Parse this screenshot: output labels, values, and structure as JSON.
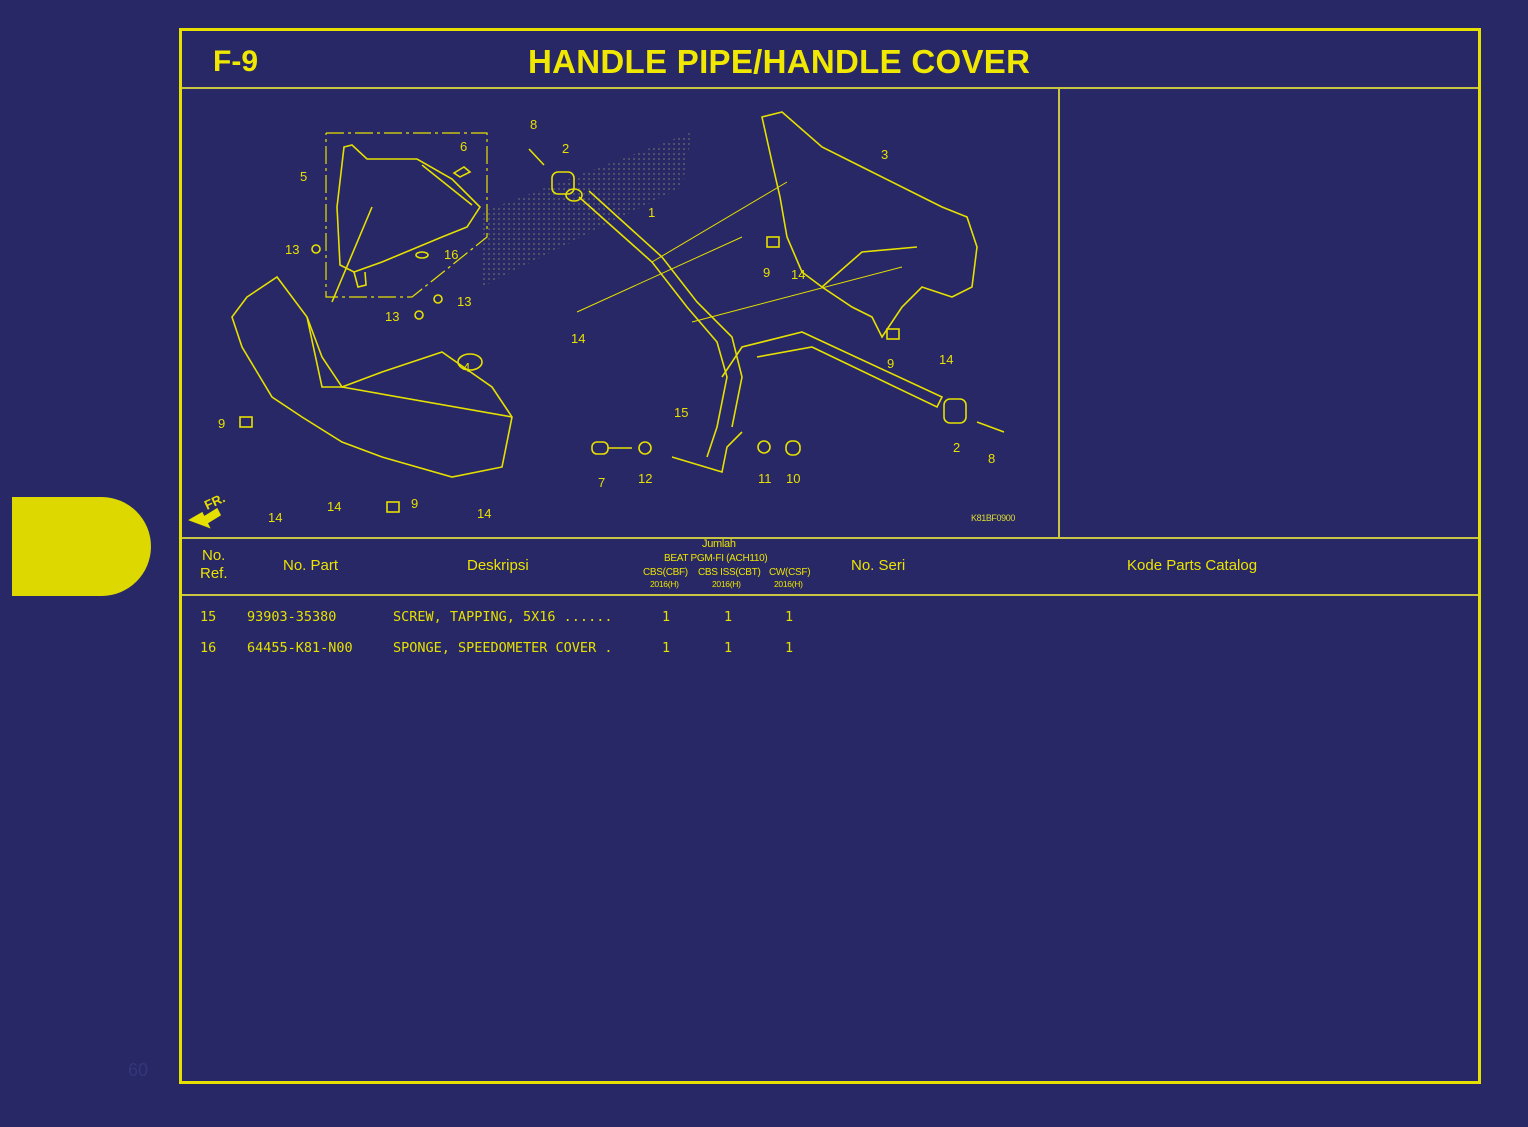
{
  "header": {
    "figure_code": "F-9",
    "title": "HANDLE PIPE/HANDLE COVER"
  },
  "diagram": {
    "illustration_code": "K81BF0900",
    "front_arrow_label": "FR.",
    "callouts": [
      "1",
      "2",
      "3",
      "4",
      "5",
      "6",
      "7",
      "8",
      "9",
      "10",
      "11",
      "12",
      "13",
      "14",
      "15",
      "16"
    ]
  },
  "table": {
    "headers": {
      "ref_no": [
        "No.",
        "Ref."
      ],
      "part_no": "No. Part",
      "description": "Deskripsi",
      "quantity_group": "Jumlah",
      "model": "BEAT PGM-FI (ACH110)",
      "variants": [
        {
          "name": "CBS(CBF)",
          "year": "2016(H)"
        },
        {
          "name": "CBS ISS(CBT)",
          "year": "2016(H)"
        },
        {
          "name": "CW(CSF)",
          "year": "2016(H)"
        }
      ],
      "serial_no": "No. Seri",
      "catalog_code": "Kode Parts Catalog"
    },
    "rows": [
      {
        "ref": "15",
        "part_no": "93903-35380",
        "description": "SCREW, TAPPING, 5X16 ......",
        "qty": [
          "1",
          "1",
          "1"
        ]
      },
      {
        "ref": "16",
        "part_no": "64455-K81-N00",
        "description": "SPONGE, SPEEDOMETER COVER .",
        "qty": [
          "1",
          "1",
          "1"
        ]
      }
    ]
  },
  "page_number": "60",
  "colors": {
    "background": "#272865",
    "accent_yellow": "#e6e000"
  }
}
